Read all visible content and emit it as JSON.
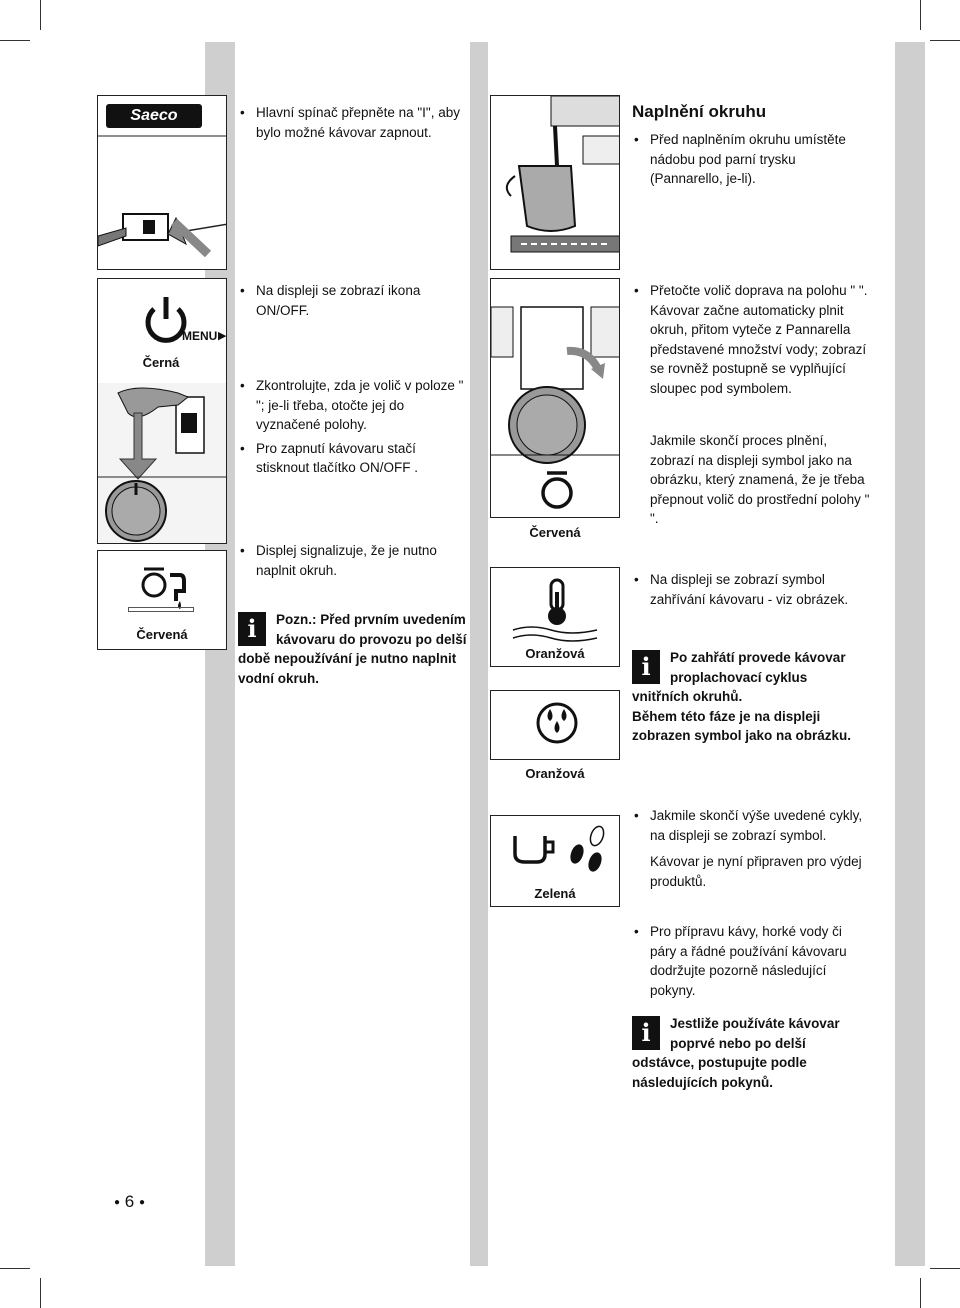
{
  "page_number": "6",
  "colors": {
    "band": "#cfcfcf",
    "ink": "#111111",
    "icon_box": "#111111"
  },
  "left": {
    "step1": {
      "brand": "Saeco",
      "bullets": [
        "Hlavní spínač přepněte na \"I\", aby bylo možné kávovar zapnout."
      ]
    },
    "step2": {
      "display_label": "MENU",
      "color_caption": "Černá",
      "bullets": [
        "Na displeji se zobrazí ikona ON/OFF."
      ],
      "bullets2": [
        "Zkontrolujte, zda je volič v poloze \" \"; je-li třeba, otočte jej do vyznačené polohy.",
        "Pro zapnutí kávovaru stačí stisknout tlačítko ON/OFF ."
      ]
    },
    "step3": {
      "color_caption": "Červená",
      "bullets": [
        "Displej signalizuje, že je nutno naplnit okruh."
      ],
      "note_icon": "i",
      "note": "Pozn.: Před prvním uvedením kávovaru do provozu po delší době nepoužívání je nutno naplnit vodní okruh."
    }
  },
  "right": {
    "heading": "Naplnění okruhu",
    "step1": {
      "bullets": [
        "Před naplněním okruhu umístěte nádobu pod parní trysku (Pannarello, je-li)."
      ]
    },
    "step2": {
      "color_caption": "Červená",
      "bullets": [
        "Přetočte volič doprava na polohu \" \". Kávovar začne automaticky plnit okruh, přitom vyteče z Pannarella představené množství vody; zobrazí se rovněž postupně se vyplňující sloupec pod symbolem."
      ],
      "para": "Jakmile skončí proces plnění, zobrazí na displeji symbol jako na obrázku, který znamená, že je třeba přepnout volič do prostřední polohy \" \"."
    },
    "step3": {
      "caption_a": "Oranžová",
      "caption_b": "Oranžová",
      "bullets": [
        "Na displeji se zobrazí symbol zahřívání kávovaru - viz obrázek."
      ],
      "note_icon": "i",
      "note_line1": "Po zahřátí provede kávovar proplachovací cyklus vnitřních okruhů.",
      "note_line2": "Během této fáze je na displeji zobrazen symbol jako na obrázku."
    },
    "step4": {
      "caption": "Zelená",
      "bullets": [
        "Jakmile skončí výše uvedené cykly, na displeji se zobrazí symbol."
      ],
      "para": "Kávovar je nyní připraven pro výdej produktů.",
      "bullets2": [
        "Pro přípravu kávy, horké vody či páry a řádné používání kávovaru dodržujte pozorně následující pokyny."
      ],
      "note_icon": "i",
      "note": "Jestliže používáte kávovar poprvé nebo po delší odstávce, postupujte podle následujících pokynů."
    }
  },
  "icons": [
    "power-icon",
    "fill-circuit-icon",
    "thermometer-icon",
    "rinse-drops-icon",
    "cup-icon",
    "coffee-beans-icon",
    "steam-icon",
    "selector-knob-icon"
  ]
}
